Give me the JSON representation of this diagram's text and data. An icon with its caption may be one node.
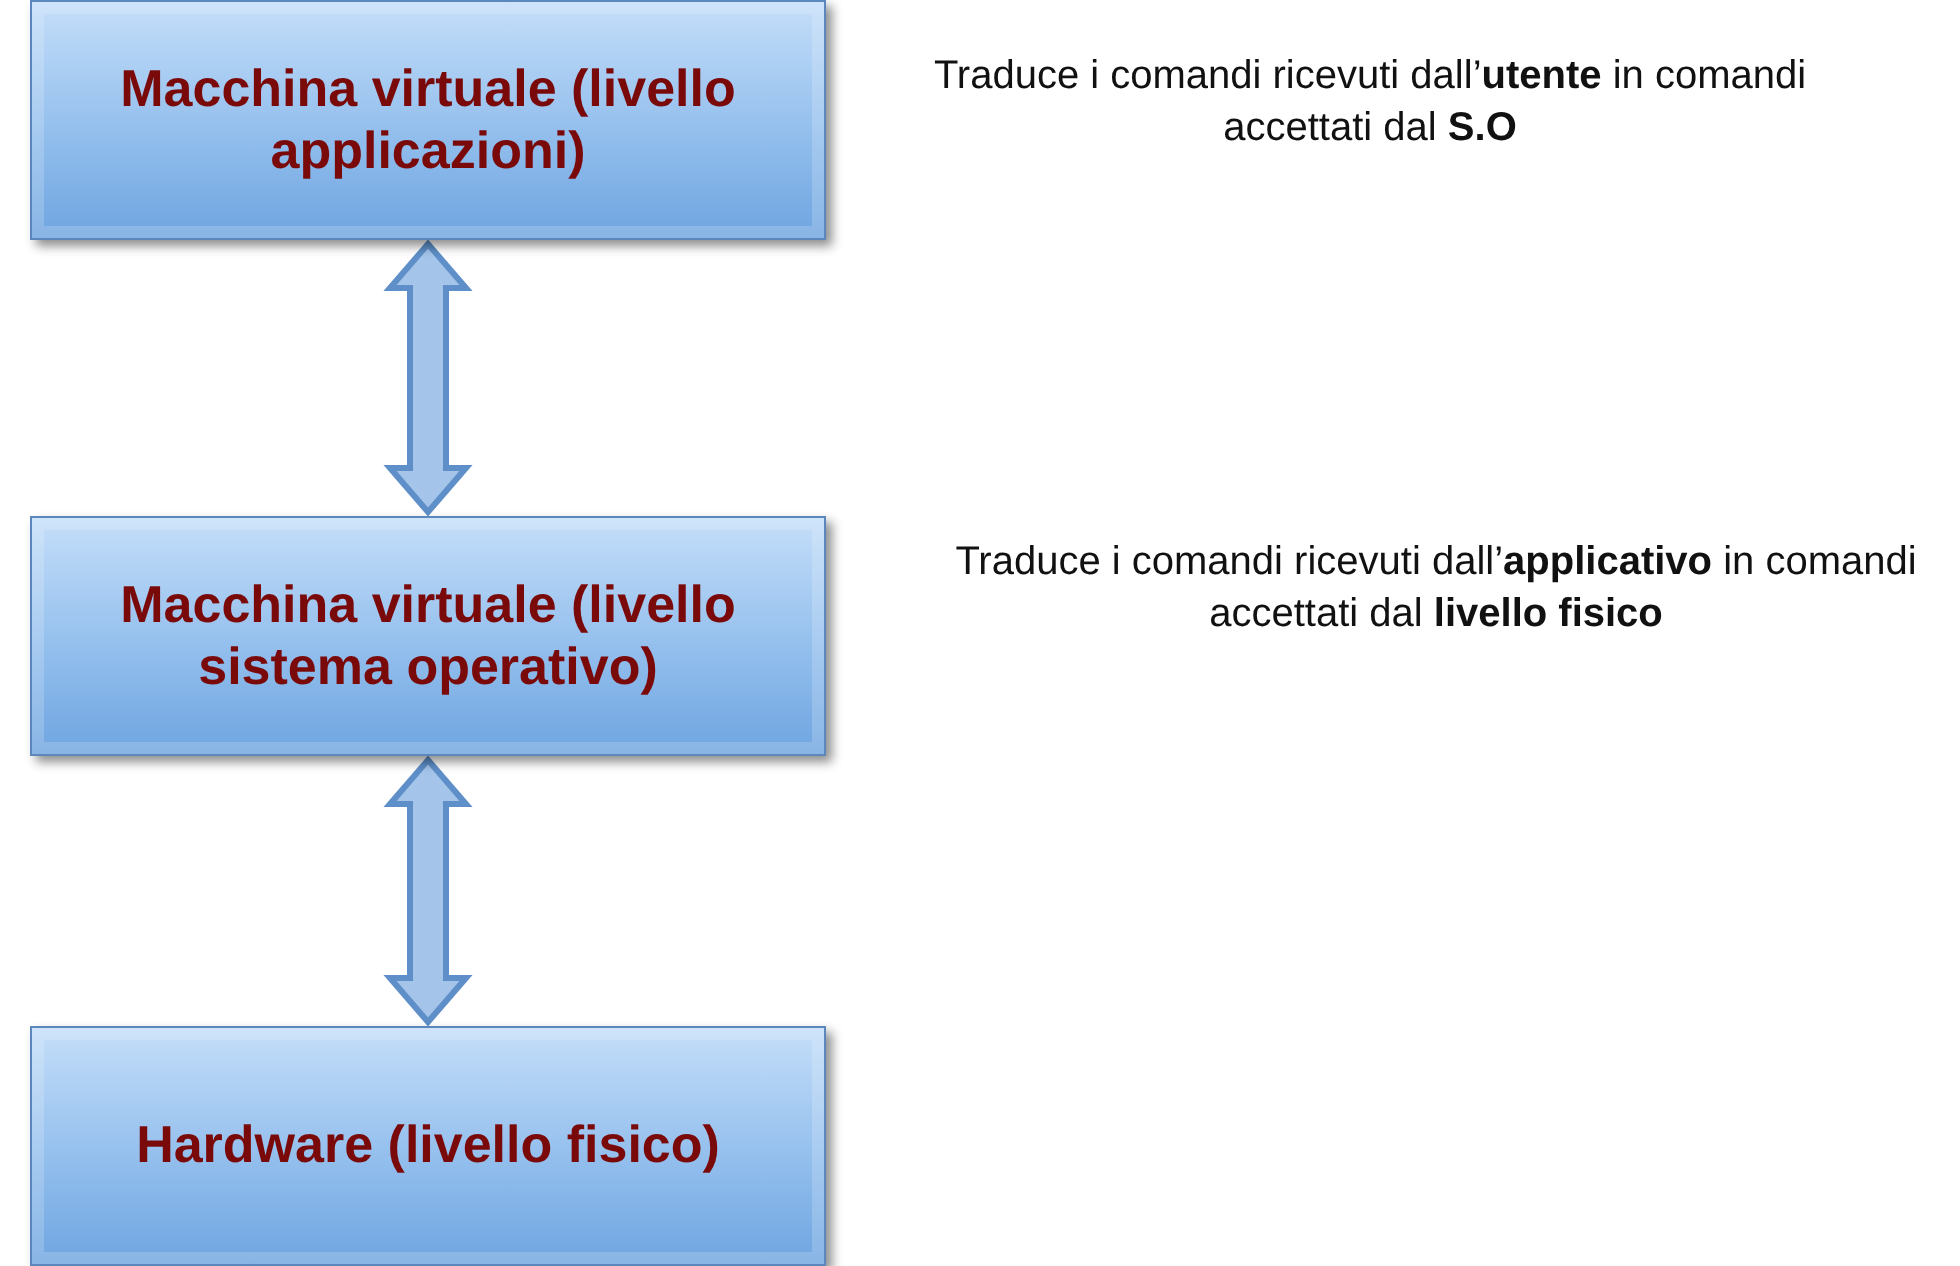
{
  "diagram": {
    "nodes": [
      {
        "text": [
          "Macchina virtuale (livello applicazioni)"
        ],
        "beside": [
          "Traduce i comandi ricevuti dall’**utente** in comandi accettati dal **S.O**"
        ]
      },
      {
        "text": [
          "Macchina virtuale (livello sistema operativo)"
        ],
        "beside": [
          "Traduce i comandi ricevuti dall’**applicativo** in comandi accettati dal **livello fisico**"
        ]
      },
      {
        "text": [
          "Hardware (livello fisico)"
        ]
      }
    ],
    "edges": [
      {
        "from": 0,
        "to": 1,
        "arrow": "both"
      },
      {
        "from": 1,
        "to": 2,
        "arrow": "both"
      }
    ]
  }
}
